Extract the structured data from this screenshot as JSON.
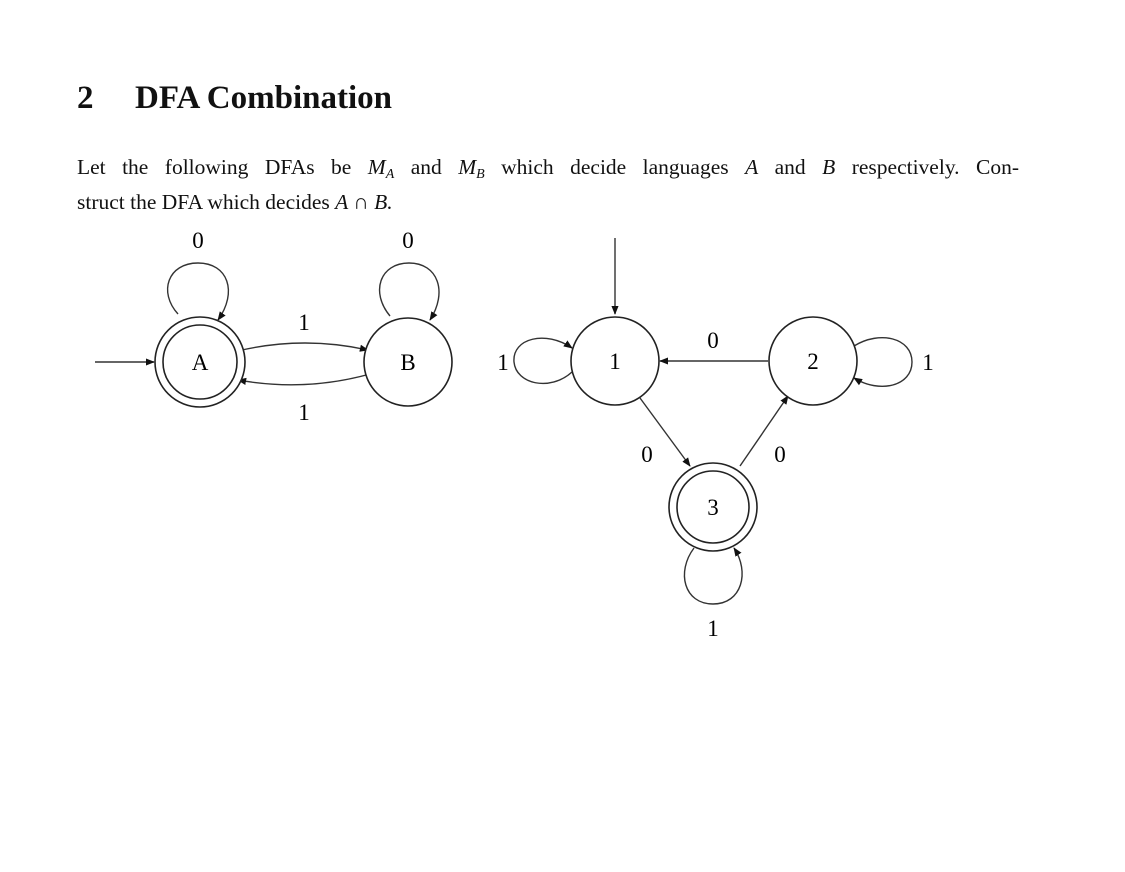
{
  "section": {
    "number": "2",
    "title": "DFA Combination"
  },
  "body": {
    "p1": "Let the following DFAs be",
    "mA": "M",
    "subA": "A",
    "p2": "and",
    "mB": "M",
    "subB": "B",
    "p3": "which decide languages",
    "langA": "A",
    "p4": "and",
    "langB": "B",
    "p5": "respectively. Con-",
    "p6": "struct the DFA which decides",
    "expr": "A ∩ B."
  },
  "dfa_a": {
    "states": [
      {
        "id": "A",
        "label": "A",
        "start": true,
        "accept": true
      },
      {
        "id": "B",
        "label": "B",
        "start": false,
        "accept": false
      }
    ],
    "edge_labels": {
      "A_self": "0",
      "B_self": "0",
      "A_to_B": "1",
      "B_to_A": "1"
    }
  },
  "dfa_b": {
    "states": [
      {
        "id": "1",
        "label": "1",
        "start": true,
        "accept": false
      },
      {
        "id": "2",
        "label": "2",
        "start": false,
        "accept": false
      },
      {
        "id": "3",
        "label": "3",
        "start": false,
        "accept": true
      }
    ],
    "edge_labels": {
      "s1_self": "1",
      "s2_self": "1",
      "s3_self": "1",
      "s2_to_s1": "0",
      "s1_to_s3": "0",
      "s3_to_s2": "0"
    }
  }
}
